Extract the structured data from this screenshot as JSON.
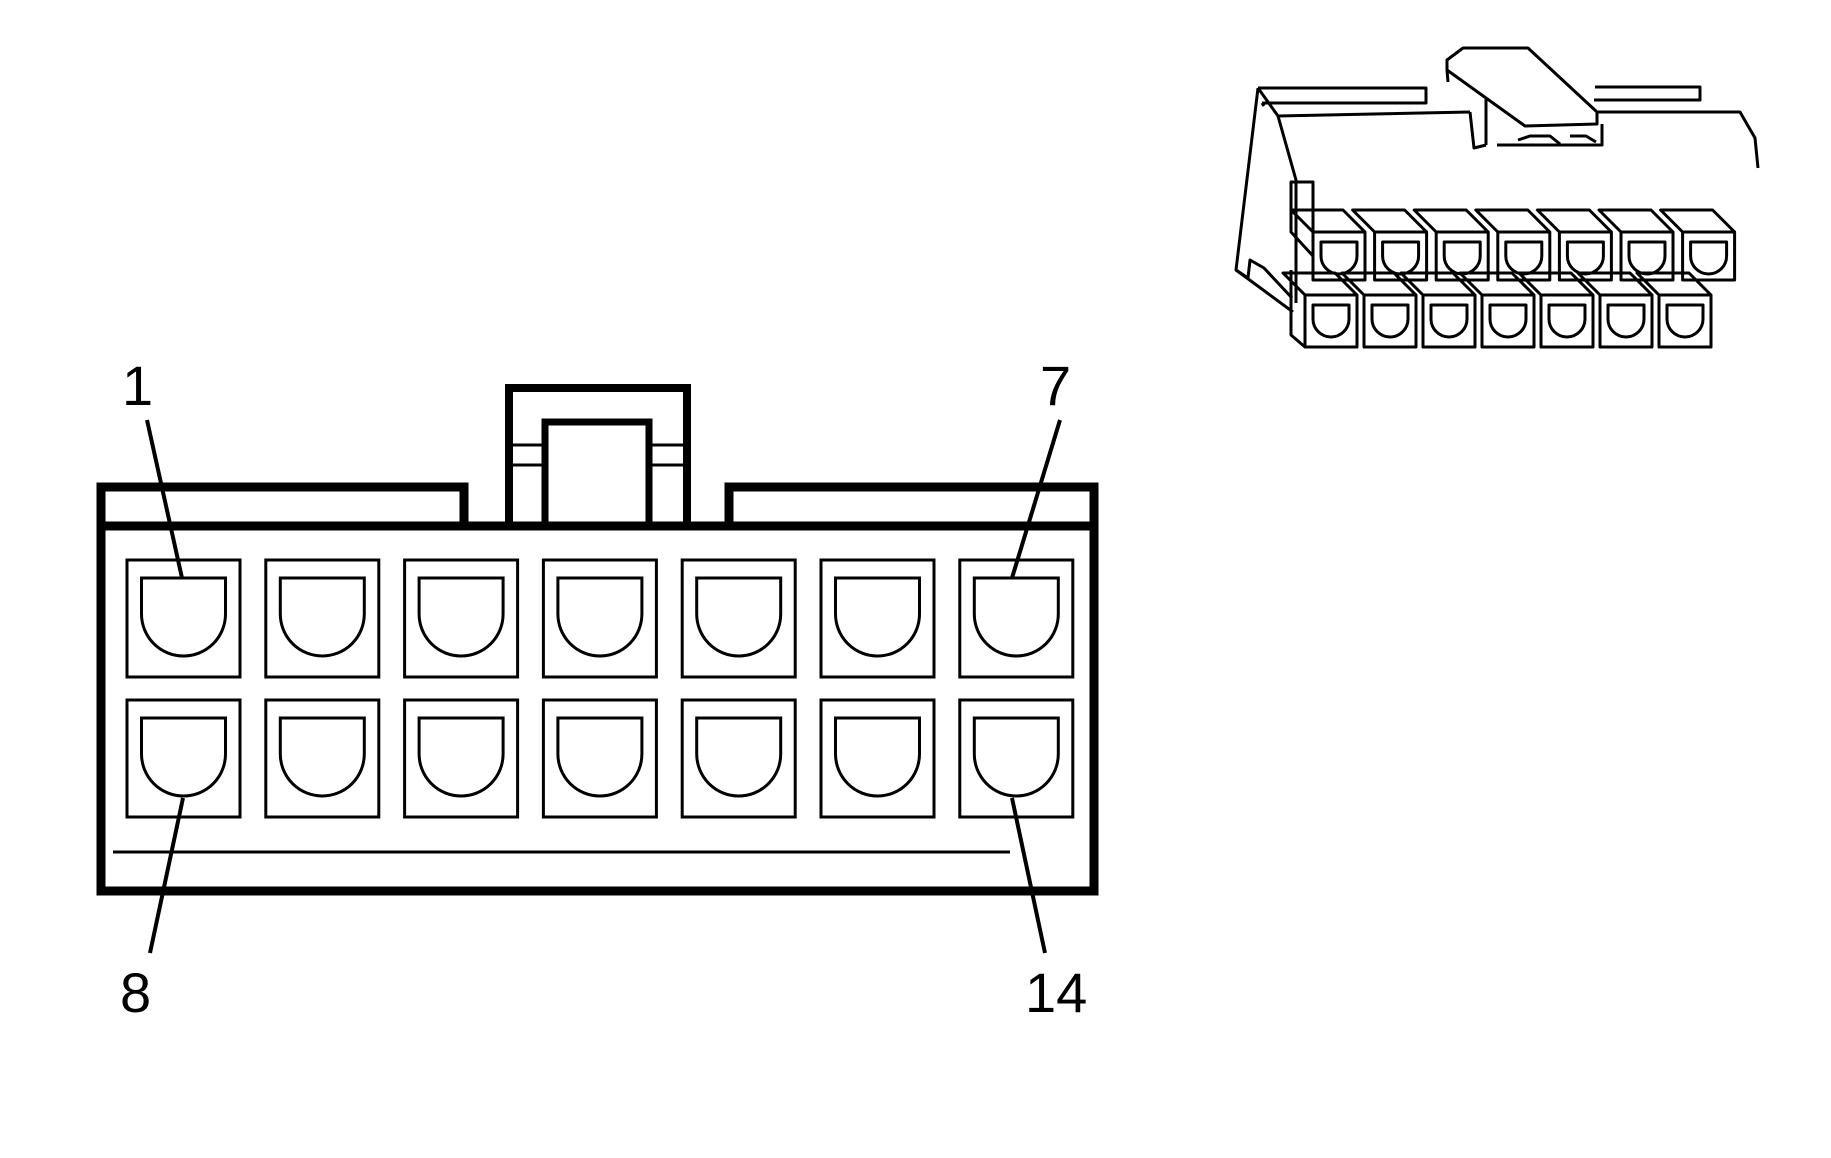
{
  "colors": {
    "line": "#000000",
    "background": "#ffffff"
  },
  "connector": {
    "rows": 2,
    "cavities_per_row": 7,
    "pin_labels": {
      "top_left": "1",
      "top_right": "7",
      "bottom_left": "8",
      "bottom_right": "14"
    }
  }
}
